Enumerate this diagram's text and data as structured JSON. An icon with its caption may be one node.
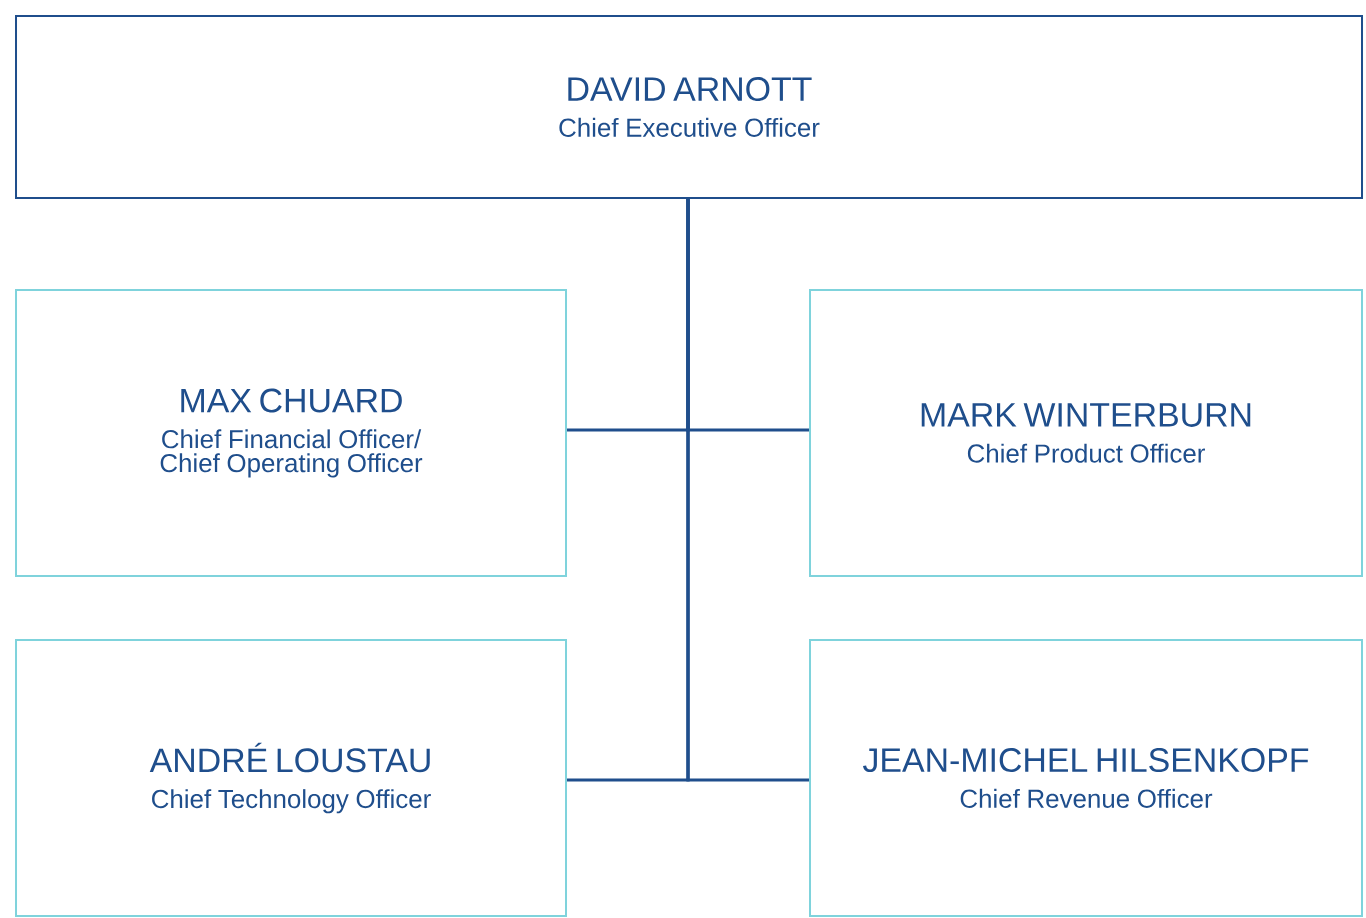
{
  "diagram": {
    "nodes": [
      {
        "text": [
          "DAVID ARNOTT",
          "Chief Executive Officer"
        ]
      },
      {
        "text": [
          "MAX CHUARD",
          "Chief Financial Officer/ Chief Operating Officer"
        ]
      },
      {
        "text": [
          "MARK WINTERBURN",
          "Chief Product Officer"
        ]
      },
      {
        "text": [
          "ANDRÉ LOUSTAU",
          "Chief Technology Officer"
        ]
      },
      {
        "text": [
          "JEAN-MICHEL HILSENKOPF",
          "Chief Revenue Officer"
        ]
      }
    ],
    "edges": [
      {
        "from": 0,
        "to": 1,
        "arrow": "none"
      },
      {
        "from": 0,
        "to": 2,
        "arrow": "none"
      },
      {
        "from": 0,
        "to": 3,
        "arrow": "none"
      },
      {
        "from": 0,
        "to": 4,
        "arrow": "none"
      }
    ]
  }
}
